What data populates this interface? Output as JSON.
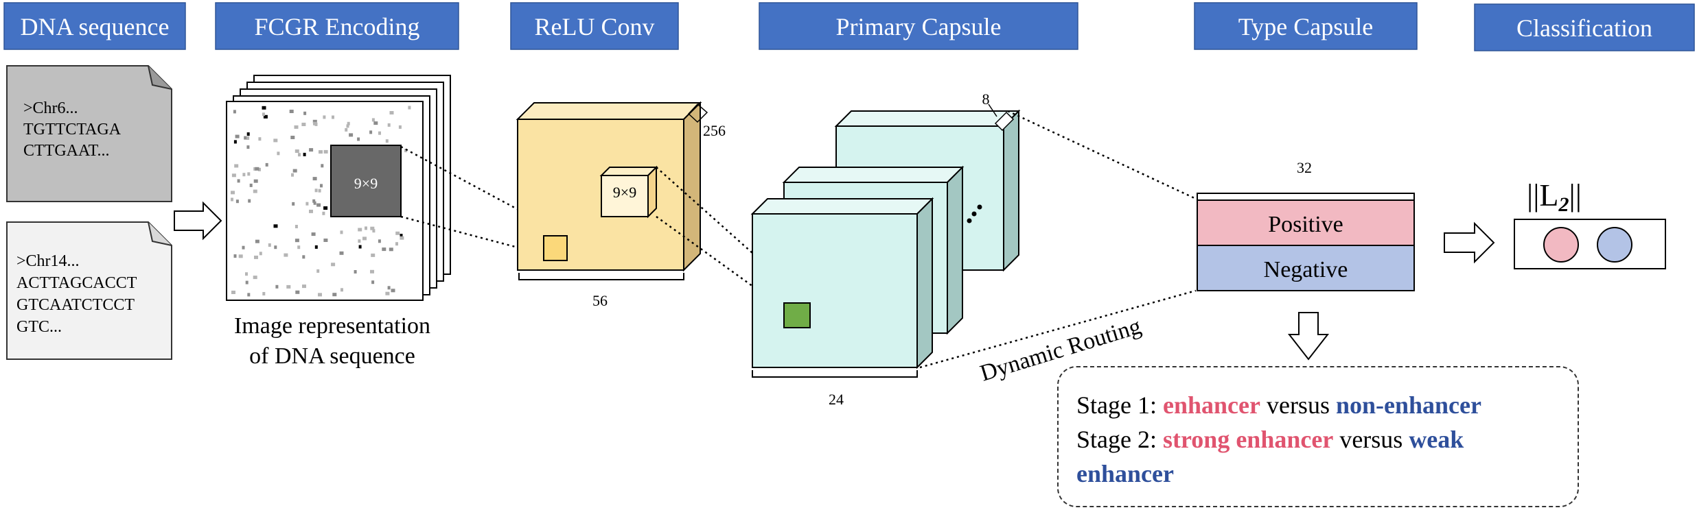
{
  "headers": {
    "dna_sequence": "DNA sequence",
    "fcgr_encoding": "FCGR Encoding",
    "relu_conv": "ReLU Conv",
    "primary_capsule": "Primary Capsule",
    "type_capsule": "Type Capsule",
    "classification": "Classification"
  },
  "sequences": {
    "seq1": ">Chr6...",
    "seq1_line1": "TGTTCTAGA",
    "seq1_line2": "CTTGAAT...",
    "seq2": ">Chr14...",
    "seq2_line1": "ACTTAGCACCT",
    "seq2_line2": "GTCAATCTCCT",
    "seq2_line3": "GTC..."
  },
  "fcgr": {
    "kernel": "9×9",
    "caption_line1": "Image representation",
    "caption_line2": "of DNA sequence"
  },
  "relu": {
    "kernel": "9×9",
    "depth": "256",
    "width": "56"
  },
  "primary": {
    "depth": "8",
    "width": "24"
  },
  "routing": "Dynamic Routing",
  "type_capsule": {
    "dim": "32",
    "positive": "Positive",
    "negative": "Negative"
  },
  "classification": {
    "norm": "||L",
    "norm_sub": "2",
    "norm_end": "||"
  },
  "stages": {
    "stage1_prefix": "Stage 1: ",
    "stage1_a": "enhancer",
    "versus": " versus ",
    "stage1_b": "non-enhancer",
    "stage2_prefix": "Stage 2: ",
    "stage2_a": "strong enhancer",
    "stage2_b": "weak enhancer"
  },
  "colors": {
    "header": "#4472c4",
    "relu_block": "#fae3a3",
    "capsule_block": "#d5f3ef",
    "positive": "#f2b9c2",
    "negative": "#b3c3e6",
    "kernel_dark": "#686868",
    "kernel_green": "#70ad47"
  }
}
